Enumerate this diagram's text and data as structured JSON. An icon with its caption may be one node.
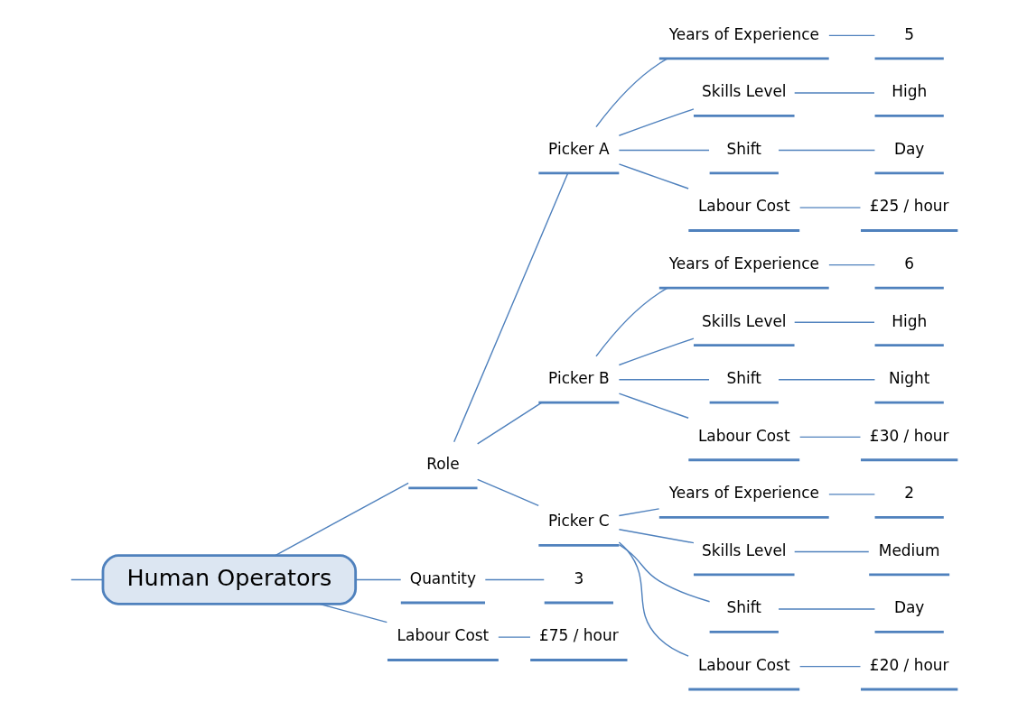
{
  "diagram": {
    "nodes": [
      {
        "text": [
          "Human Operators"
        ]
      },
      {
        "text": [
          "Role"
        ]
      },
      {
        "text": [
          "Picker A"
        ]
      },
      {
        "text": [
          "Years of Experience"
        ]
      },
      {
        "text": [
          "5"
        ]
      },
      {
        "text": [
          "Skills Level"
        ]
      },
      {
        "text": [
          "High"
        ]
      },
      {
        "text": [
          "Shift"
        ]
      },
      {
        "text": [
          "Day"
        ]
      },
      {
        "text": [
          "Labour Cost"
        ]
      },
      {
        "text": [
          "£25 / hour"
        ]
      },
      {
        "text": [
          "Picker B"
        ]
      },
      {
        "text": [
          "Years of Experience"
        ]
      },
      {
        "text": [
          "6"
        ]
      },
      {
        "text": [
          "Skills Level"
        ]
      },
      {
        "text": [
          "High"
        ]
      },
      {
        "text": [
          "Shift"
        ]
      },
      {
        "text": [
          "Night"
        ]
      },
      {
        "text": [
          "Labour Cost"
        ]
      },
      {
        "text": [
          "£30 / hour"
        ]
      },
      {
        "text": [
          "Picker C"
        ]
      },
      {
        "text": [
          "Years of Experience"
        ]
      },
      {
        "text": [
          "2"
        ]
      },
      {
        "text": [
          "Skills Level"
        ]
      },
      {
        "text": [
          "Medium"
        ]
      },
      {
        "text": [
          "Shift"
        ]
      },
      {
        "text": [
          "Day"
        ]
      },
      {
        "text": [
          "Labour Cost"
        ]
      },
      {
        "text": [
          "£20 / hour"
        ]
      },
      {
        "text": [
          "Quantity"
        ]
      },
      {
        "text": [
          "3"
        ]
      },
      {
        "text": [
          "Labour Cost"
        ]
      },
      {
        "text": [
          "£75 / hour"
        ]
      }
    ],
    "edges": [
      {
        "from": null,
        "to": 0,
        "arrow": "none"
      },
      {
        "from": 0,
        "to": 1,
        "arrow": "none"
      },
      {
        "from": 1,
        "to": 2,
        "arrow": "none"
      },
      {
        "from": 2,
        "to": 3,
        "arrow": "none"
      },
      {
        "from": 3,
        "to": 4,
        "arrow": "none"
      },
      {
        "from": 2,
        "to": 5,
        "arrow": "none"
      },
      {
        "from": 5,
        "to": 6,
        "arrow": "none"
      },
      {
        "from": 2,
        "to": 7,
        "arrow": "none"
      },
      {
        "from": 7,
        "to": 8,
        "arrow": "none"
      },
      {
        "from": 2,
        "to": 9,
        "arrow": "none"
      },
      {
        "from": 9,
        "to": 10,
        "arrow": "none"
      },
      {
        "from": 1,
        "to": 11,
        "arrow": "none"
      },
      {
        "from": 11,
        "to": 12,
        "arrow": "none"
      },
      {
        "from": 12,
        "to": 13,
        "arrow": "none"
      },
      {
        "from": 11,
        "to": 14,
        "arrow": "none"
      },
      {
        "from": 14,
        "to": 15,
        "arrow": "none"
      },
      {
        "from": 11,
        "to": 16,
        "arrow": "none"
      },
      {
        "from": 16,
        "to": 17,
        "arrow": "none"
      },
      {
        "from": 11,
        "to": 18,
        "arrow": "none"
      },
      {
        "from": 18,
        "to": 19,
        "arrow": "none"
      },
      {
        "from": 1,
        "to": 20,
        "arrow": "none"
      },
      {
        "from": 20,
        "to": 21,
        "arrow": "none"
      },
      {
        "from": 21,
        "to": 22,
        "arrow": "none"
      },
      {
        "from": 20,
        "to": 23,
        "arrow": "none"
      },
      {
        "from": 23,
        "to": 24,
        "arrow": "none"
      },
      {
        "from": 20,
        "to": 25,
        "arrow": "none"
      },
      {
        "from": 25,
        "to": 26,
        "arrow": "none"
      },
      {
        "from": 20,
        "to": 27,
        "arrow": "none"
      },
      {
        "from": 27,
        "to": 28,
        "arrow": "none"
      },
      {
        "from": 0,
        "to": 29,
        "arrow": "none"
      },
      {
        "from": 29,
        "to": 30,
        "arrow": "none"
      },
      {
        "from": 0,
        "to": 31,
        "arrow": "none"
      },
      {
        "from": 31,
        "to": 32,
        "arrow": "none"
      }
    ]
  }
}
